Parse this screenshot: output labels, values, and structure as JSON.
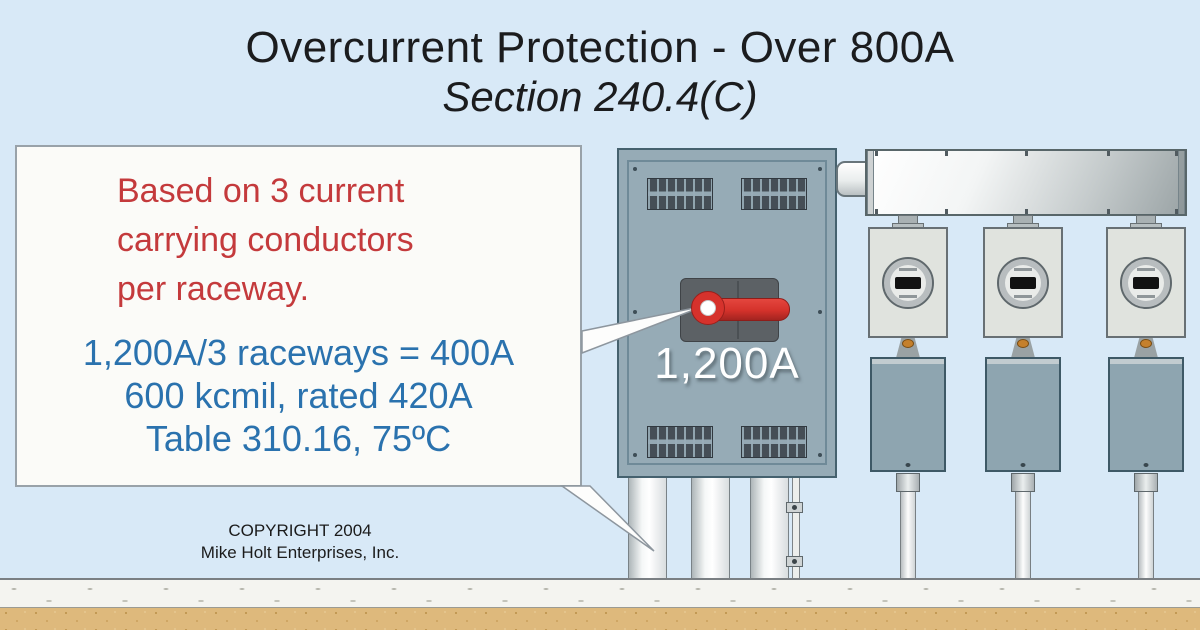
{
  "title": {
    "line1": "Overcurrent Protection - Over 800A",
    "line2": "Section 240.4(C)"
  },
  "callout": {
    "red_note": "Based on 3 current\ncarrying conductors\nper raceway.",
    "blue_calc": "1,200A/3 raceways = 400A\n600 kcmil, rated 420A\nTable 310.16, 75ºC"
  },
  "panel": {
    "breaker_rating": "1,200A"
  },
  "footer": {
    "copyright_line1": "COPYRIGHT 2004",
    "copyright_line2": "Mike Holt Enterprises, Inc."
  },
  "icons": {
    "breaker_handle": "red-switch-handle-icon",
    "breaker_pivot": "round-pivot-icon",
    "meter_dial": "round-watt-meter-icon",
    "vent": "louvered-vent-icon"
  },
  "colors": {
    "background": "#d8e9f7",
    "note_red": "#c43a3c",
    "calc_blue": "#2a72ae",
    "panel_body": "#96abb6",
    "breaker_handle_red": "#d6322c",
    "meter_box_gray": "#e0e3de",
    "disconnect_blue_gray": "#8ea5b0",
    "concrete": "#f4f4f0",
    "earth_sand": "#deb97c"
  }
}
